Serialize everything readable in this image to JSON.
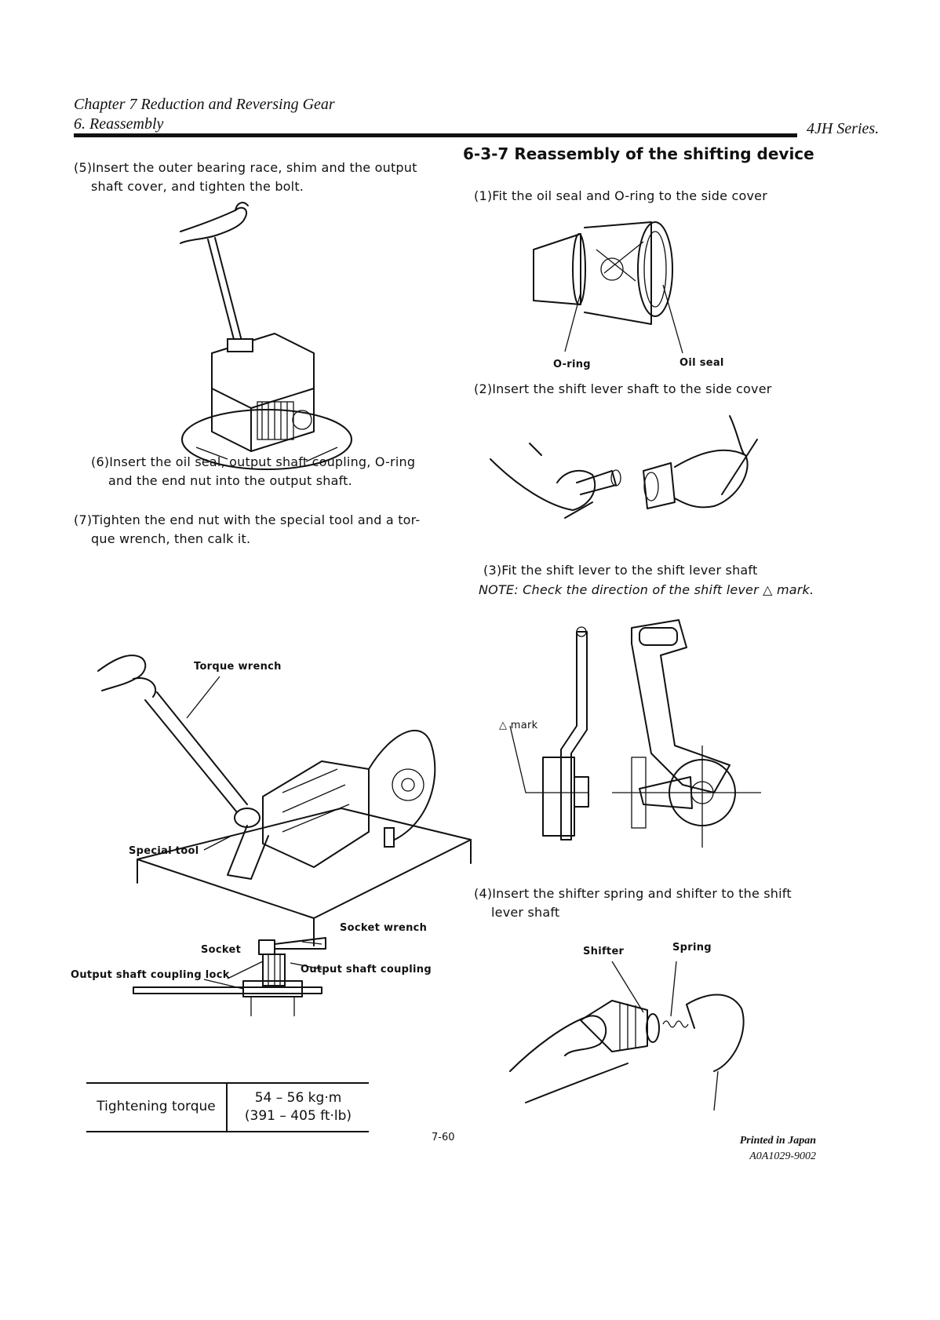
{
  "header": {
    "chapter": "Chapter 7 Reduction and Reversing Gear",
    "section": "6. Reassembly",
    "series": "4JH Series."
  },
  "left": {
    "step5": {
      "line1": "(5)Insert the outer bearing race, shim and the output",
      "line2": "shaft cover, and tighten the bolt."
    },
    "step6": {
      "line1": "(6)Insert the oil seal, output shaft coupling, O-ring",
      "line2": "and the end nut into the output shaft."
    },
    "step7": {
      "line1": "(7)Tighten the end nut with the special tool and a tor-",
      "line2": "que wrench, then calk it."
    },
    "figure_torque": {
      "torque_wrench": "Torque wrench",
      "special_tool": "Special tool"
    },
    "figure_socket": {
      "socket_wrench": "Socket wrench",
      "socket": "Socket",
      "output_shaft_coupling_lock": "Output shaft coupling lock",
      "output_shaft_coupling": "Output shaft coupling"
    },
    "spec_table": {
      "label": "Tightening torque",
      "value_metric": "54 – 56 kg·m",
      "value_imperial": "(391 – 405 ft·lb)"
    }
  },
  "right": {
    "section_title": "6-3-7 Reassembly of the shifting device",
    "step1": "(1)Fit the oil seal and O-ring to the side cover",
    "figure1": {
      "o_ring": "O-ring",
      "oil_seal": "Oil seal"
    },
    "step2": "(2)Insert the shift lever shaft to the side cover",
    "step3": "(3)Fit the shift lever to the shift lever shaft",
    "note3": "NOTE: Check the direction of the shift lever △ mark.",
    "figure3": {
      "mark": "△ mark"
    },
    "step4": {
      "line1": "(4)Insert the shifter spring and shifter to the shift",
      "line2": "lever shaft"
    },
    "figure4": {
      "shifter": "Shifter",
      "spring": "Spring"
    }
  },
  "footer": {
    "page_number": "7-60",
    "printed": "Printed in Japan",
    "doc_code": "A0A1029-9002"
  }
}
